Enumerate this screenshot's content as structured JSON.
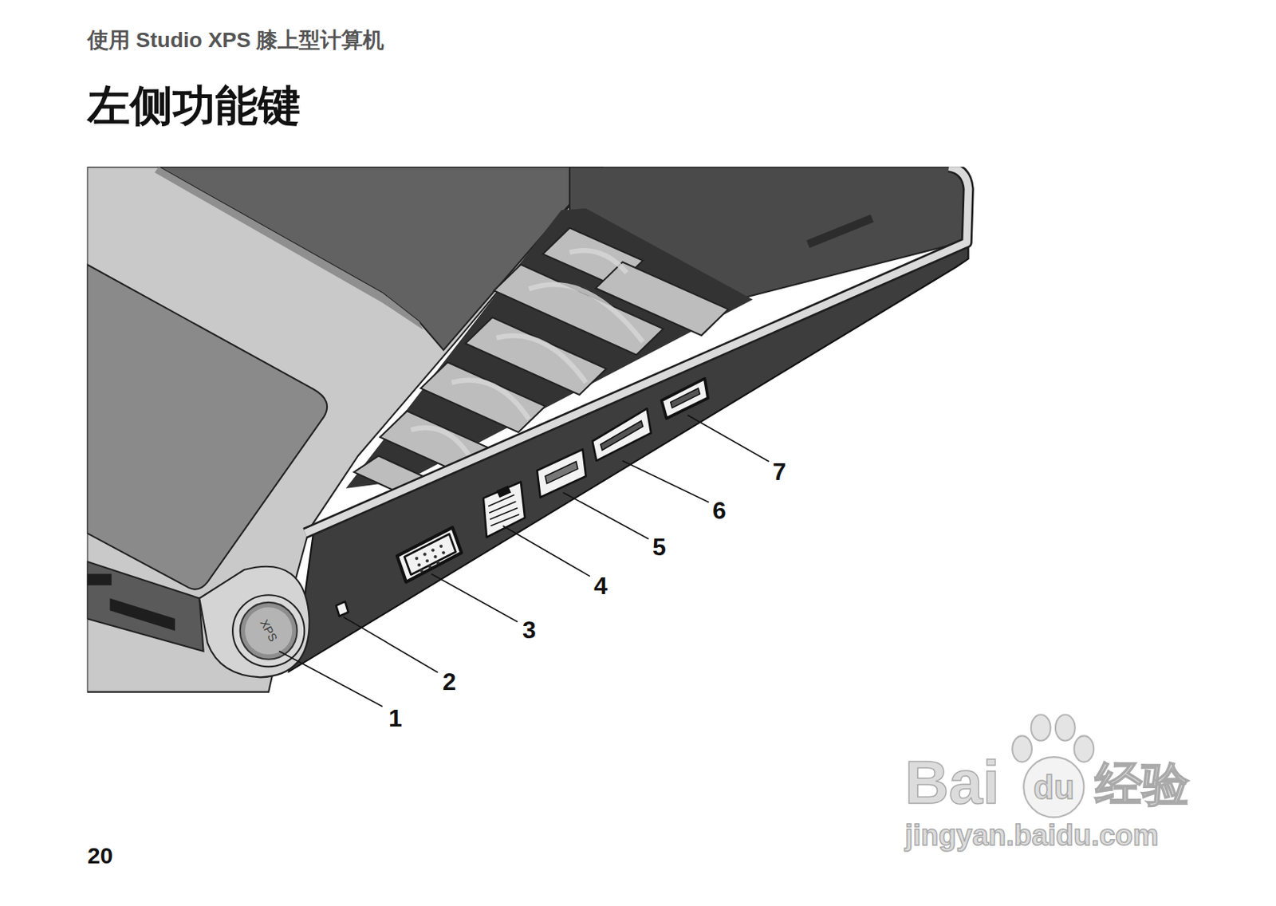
{
  "diagram": {
    "title": "左侧功能键",
    "labels": [
      "使用 Studio XPS 膝上型计算机",
      "XPS",
      "1",
      "2",
      "3",
      "4",
      "5",
      "6",
      "7",
      "20",
      "Bai",
      "du",
      "经验",
      "jingyan.baidu.com"
    ]
  }
}
